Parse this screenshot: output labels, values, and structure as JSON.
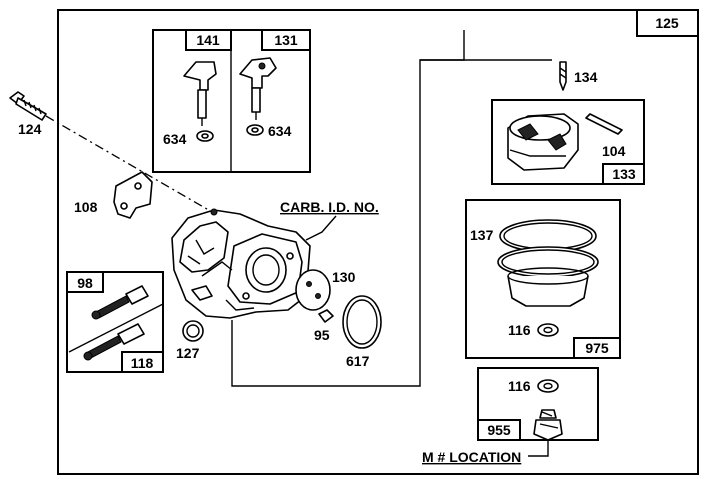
{
  "main_label": "125",
  "kit_141": "141",
  "kit_131": "131",
  "kit_98": "98",
  "kit_118": "118",
  "kit_133": "133",
  "kit_975": "975",
  "kit_955": "955",
  "part_124": "124",
  "part_634_left": "634",
  "part_634_right": "634",
  "part_108": "108",
  "part_127": "127",
  "part_130": "130",
  "part_95": "95",
  "part_617": "617",
  "part_134": "134",
  "part_104": "104",
  "part_137": "137",
  "part_116_upper": "116",
  "part_116_lower": "116",
  "carb_id_label": "CARB. I.D. NO.",
  "m_location_label": "M # LOCATION"
}
